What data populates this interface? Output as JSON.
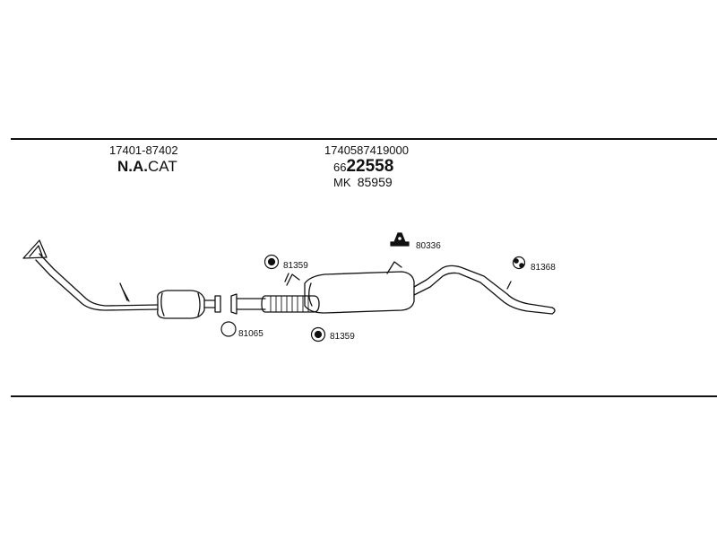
{
  "left_group": {
    "part_number": "17401-87402",
    "cat_bold": "N.A.",
    "cat_light": "CAT"
  },
  "center_group": {
    "part_number": "1740587419000",
    "code_prefix": "66",
    "code_main": "22558",
    "mk_prefix": "MK",
    "mk_number": "85959"
  },
  "callouts": {
    "clamp_top": "81359",
    "clamp_bottom": "81359",
    "gasket": "81065",
    "hanger_mid": "80336",
    "hanger_right": "81368"
  },
  "colors": {
    "ink": "#111111",
    "background": "#ffffff"
  }
}
